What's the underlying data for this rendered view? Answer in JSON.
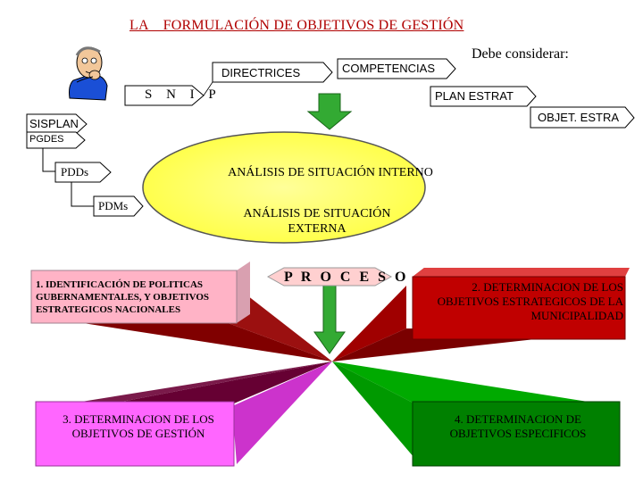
{
  "title": "LA    FORMULACIÓN DE OBJETIVOS DE GESTIÓN",
  "consider": "Debe considerar:",
  "top_labels": {
    "directrices": "DIRECTRICES",
    "competencias": "COMPETENCIAS",
    "snip": "S N I P",
    "plan_estrat": "PLAN ESTRAT",
    "sisplan": "SISPLAN",
    "objet_estra": "OBJET. ESTRA",
    "pgdes": "PGDES",
    "pdds": "PDDs",
    "pdms": "PDMs"
  },
  "center": {
    "interno": "ANÁLISIS DE SITUACIÓN INTERNO",
    "externo": "ANÁLISIS DE SITUACIÓN EXTERNA",
    "proceso": "P R O C E S O"
  },
  "boxes": {
    "box1": "1. IDENTIFICACIÓN DE POLITICAS GUBERNAMENTALES, Y OBJETIVOS ESTRATEGICOS NACIONALES",
    "box2": "2. DETERMINACION DE LOS OBJETIVOS ESTRATEGICOS DE LA MUNICIPALIDAD",
    "box3": "3. DETERMINACION DE LOS OBJETIVOS DE GESTIÓN",
    "box4": "4. DETERMINACION DE OBJETIVOS ESPECIFICOS"
  },
  "colors": {
    "title": "#b00000",
    "ellipse": "#ffff66",
    "arrow_green": "#33aa33",
    "box1": "#ffb3c6",
    "box2": "#c00000",
    "box3": "#ff66ff",
    "box4": "#008000",
    "ray_darkred": "#800000",
    "ray_purple": "#660033",
    "ray_green": "#00aa00"
  }
}
